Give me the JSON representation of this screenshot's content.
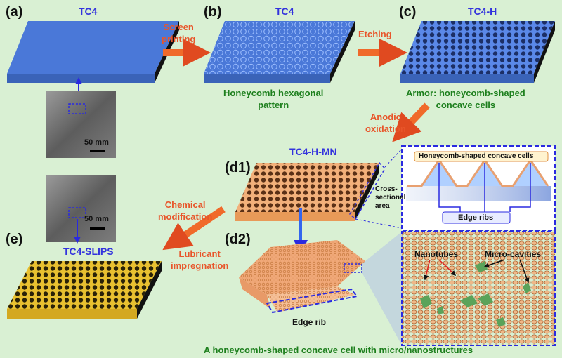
{
  "panels": {
    "a": "(a)",
    "b": "(b)",
    "c": "(c)",
    "d1": "(d1)",
    "d2": "(d2)",
    "e": "(e)"
  },
  "titles": {
    "a": "TC4",
    "b": "TC4",
    "c": "TC4-H",
    "d1": "TC4-H-MN",
    "e": "TC4-SLIPS"
  },
  "steps": {
    "screen_printing": "Screen\nprinting",
    "etching": "Etching",
    "anodic_oxidation": "Anodic\noxidation",
    "chemical_modification": "Chemical\nmodification",
    "lubricant_impregnation": "Lubricant\nimpregnation"
  },
  "captions": {
    "b": "Honeycomb hexagonal\npattern",
    "c": "Armor: honeycomb-shaped\nconcave cells",
    "bottom": "A honeycomb-shaped concave cell with micro/nanostructures"
  },
  "scale_bars": {
    "top": "50 mm",
    "bottom": "50 mm"
  },
  "d1_labels": {
    "cross_section": "Cross-\nsectional\narea",
    "concave_cells": "Honeycomb-shaped concave cells",
    "edge_ribs": "Edge ribs"
  },
  "d2_labels": {
    "edge_rib": "Edge rib",
    "nanotubes": "Nanotubes",
    "micro_cavities": "Micro-cavities"
  },
  "colors": {
    "background": "#d9f0d3",
    "plate_blue": "#4a78d8",
    "plate_orange": "#f2b07a",
    "plate_gold": "#e8c030",
    "arrow": "#f06a2a",
    "dashed_blue": "#2a2ae0"
  }
}
